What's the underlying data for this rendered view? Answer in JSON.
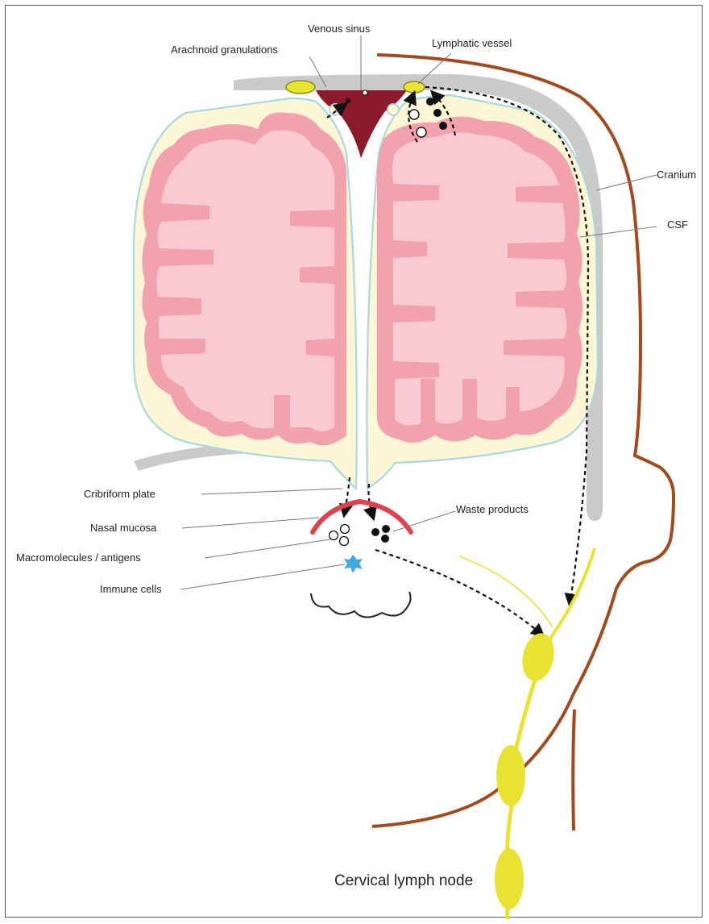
{
  "labels": {
    "venous_sinus": "Venous sinus",
    "arachnoid_granulations": "Arachnoid granulations",
    "lymphatic_vessel": "Lymphatic vessel",
    "cranium": "Cranium",
    "csf": "CSF",
    "cribriform_plate": "Cribriform plate",
    "nasal_mucosa": "Nasal mucosa",
    "waste_products": "Waste products",
    "macromolecules": "Macromolecules / antigens",
    "immune_cells": "Immune cells",
    "cervical_lymph_node": "Cervical lymph node"
  },
  "colors": {
    "brain_outer": "#f2a2ac",
    "brain_inner": "#f9cad1",
    "csf": "#fdf7d6",
    "meninges": "#a9d8e0",
    "cranium": "#c9cbca",
    "venous_sinus": "#8b1a2b",
    "nasal_mucosa": "#e0414f",
    "head_outline": "#a14a1e",
    "lymph": "#e8e233",
    "immune_cell": "#3fa9e0",
    "arrows": "#111111"
  }
}
